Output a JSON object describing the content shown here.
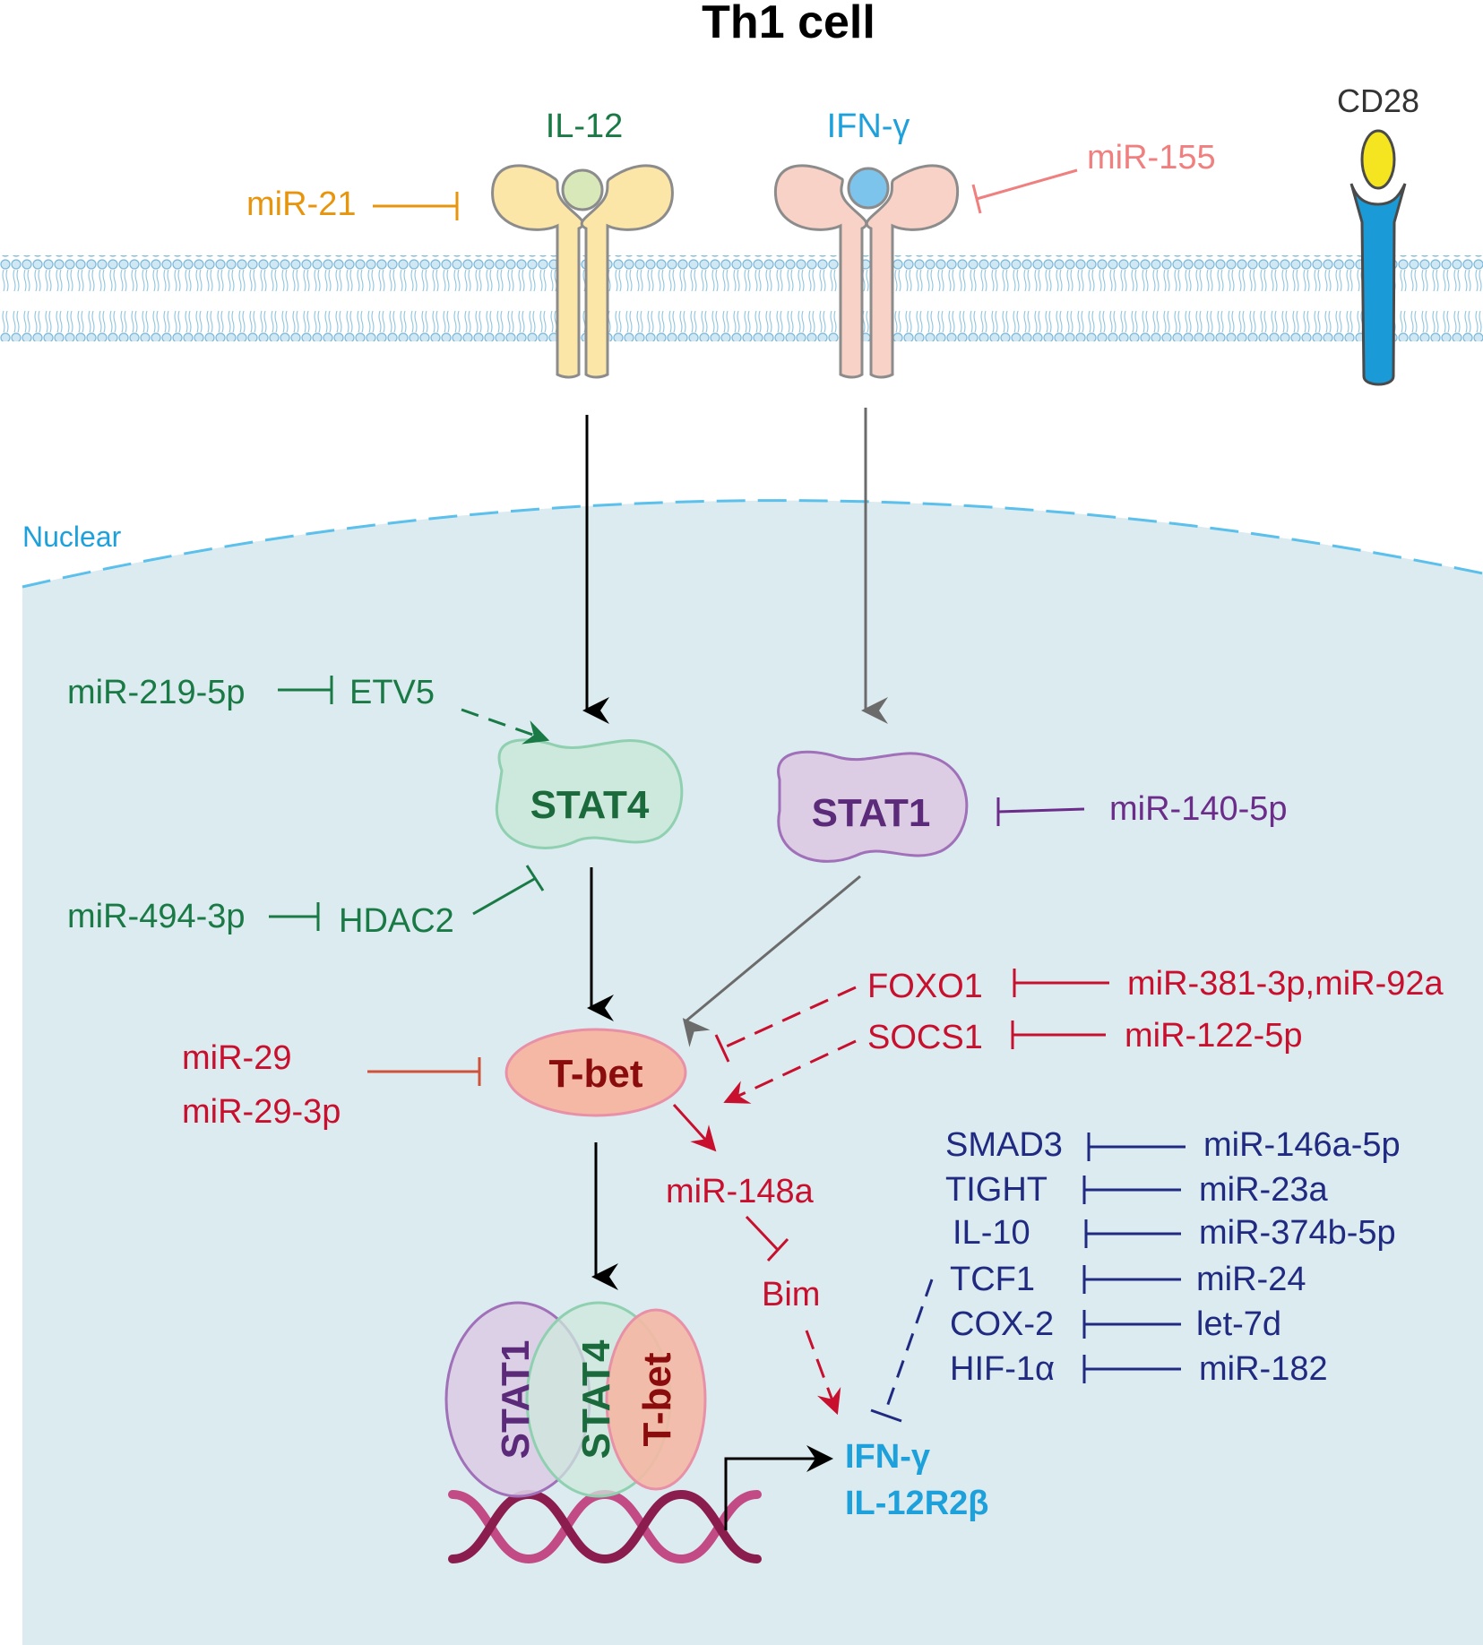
{
  "title": "Th1 cell",
  "receptors": {
    "il12": "IL-12",
    "ifng": "IFN-γ",
    "cd28": "CD28"
  },
  "nuclear_label": "Nuclear",
  "nodes": {
    "stat4": "STAT4",
    "stat1": "STAT1",
    "tbet": "T-bet",
    "etv5": "ETV5",
    "hdac2": "HDAC2",
    "foxo1": "FOXO1",
    "socs1": "SOCS1",
    "bim": "Bim"
  },
  "mirnas": {
    "mir21": "miR-21",
    "mir155": "miR-155",
    "mir219": "miR-219-5p",
    "mir494": "miR-494-3p",
    "mir140": "miR-140-5p",
    "mir381": "miR-381-3p,miR-92a",
    "mir122": "miR-122-5p",
    "mir29": "miR-29",
    "mir29_3p": "miR-29-3p",
    "mir148a": "miR-148a"
  },
  "complex": [
    "STAT1",
    "STAT4",
    "T-bet"
  ],
  "targets": [
    "IFN-γ",
    "IL-12R2β"
  ],
  "inhibition_table": [
    {
      "target": "SMAD3",
      "mirna": "miR-146a-5p"
    },
    {
      "target": "TIGHT",
      "mirna": "miR-23a"
    },
    {
      "target": "IL-10",
      "mirna": "miR-374b-5p"
    },
    {
      "target": "TCF1",
      "mirna": "miR-24"
    },
    {
      "target": "COX-2",
      "mirna": "let-7d"
    },
    {
      "target": "HIF-1α",
      "mirna": "miR-182"
    }
  ],
  "colors": {
    "green": "#1a7a45",
    "orange": "#e8950e",
    "pink": "#f08080",
    "purple": "#6b2c8a",
    "red": "#c8102e",
    "navy": "#1f2a80",
    "blue": "#1ea1db"
  }
}
